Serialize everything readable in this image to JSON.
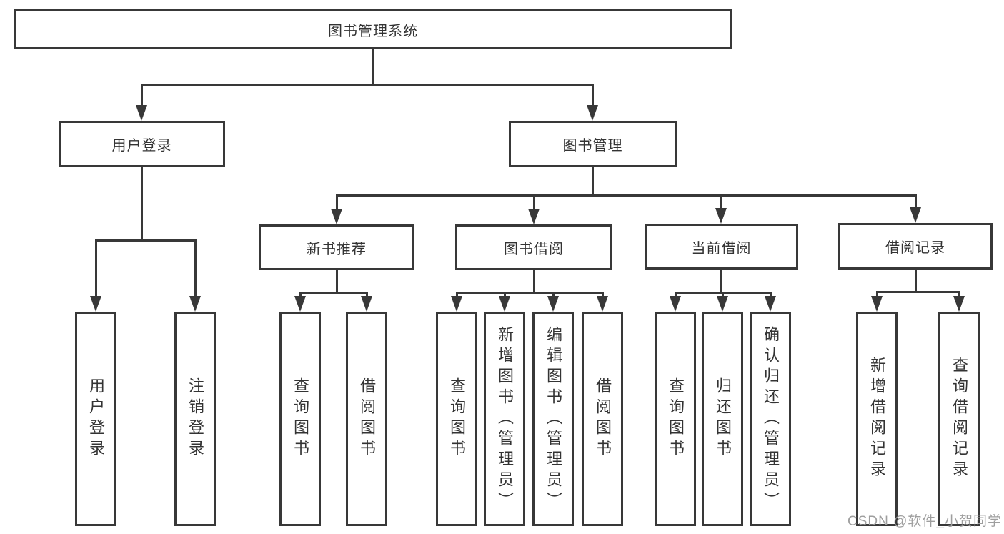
{
  "diagram": {
    "type": "hierarchy-tree",
    "root": {
      "label": "图书管理系统"
    },
    "level2": [
      {
        "label": "用户登录",
        "parent": "图书管理系统"
      },
      {
        "label": "图书管理",
        "parent": "图书管理系统"
      }
    ],
    "level3": [
      {
        "label": "新书推荐",
        "parent": "图书管理"
      },
      {
        "label": "图书借阅",
        "parent": "图书管理"
      },
      {
        "label": "当前借阅",
        "parent": "图书管理"
      },
      {
        "label": "借阅记录",
        "parent": "图书管理"
      }
    ],
    "leaves": [
      {
        "label": "用户登录",
        "parent": "用户登录"
      },
      {
        "label": "注销登录",
        "parent": "用户登录"
      },
      {
        "label": "查询图书",
        "parent": "新书推荐"
      },
      {
        "label": "借阅图书",
        "parent": "新书推荐"
      },
      {
        "label": "查询图书",
        "parent": "图书借阅"
      },
      {
        "label": "新增图书（管理员）",
        "parent": "图书借阅"
      },
      {
        "label": "编辑图书（管理员）",
        "parent": "图书借阅"
      },
      {
        "label": "借阅图书",
        "parent": "图书借阅"
      },
      {
        "label": "查询图书",
        "parent": "当前借阅"
      },
      {
        "label": "归还图书",
        "parent": "当前借阅"
      },
      {
        "label": "确认归还（管理员）",
        "parent": "当前借阅"
      },
      {
        "label": "新增借阅记录",
        "parent": "借阅记录"
      },
      {
        "label": "查询借阅记录",
        "parent": "借阅记录"
      }
    ],
    "watermark": "CSDN @软件_小贺同学",
    "colors": {
      "line": "#383838",
      "text": "#333333",
      "watermark": "#9e9e9e",
      "background": "#ffffff"
    }
  }
}
